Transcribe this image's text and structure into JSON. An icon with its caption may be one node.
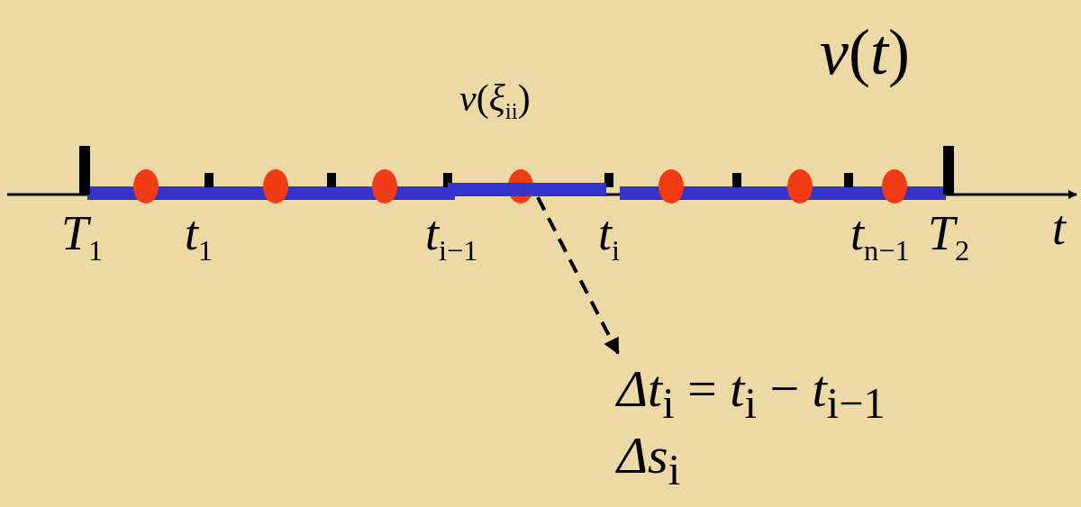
{
  "diagram": {
    "nodes": [
      {
        "text": [],
        "shape": "bar"
      },
      {
        "text": [
          "*Δt*$_{i}$ = *t*$_{i}$ − *t*$_{i−1}$",
          "*Δs*$_{i}$"
        ]
      }
    ],
    "edges": [
      {
        "from": 0,
        "to": 1,
        "arrow": "to",
        "style": "dashed"
      }
    ],
    "labels": [
      "*v*(*t*)",
      "*v*(*ξ*$_{ii}$)",
      "*T*$_{1}$",
      "*t*$_{1}$",
      "*t*$_{i−1}$",
      "*t*$_{i}$",
      "*t*$_{n−1}$",
      "*T*$_{2}$",
      "*t*"
    ]
  }
}
